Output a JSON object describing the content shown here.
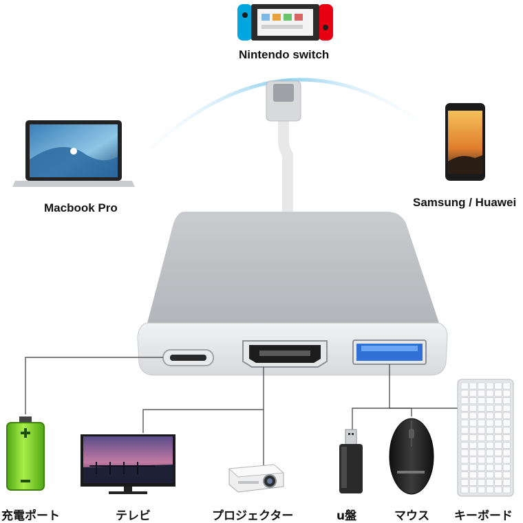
{
  "devices_top": {
    "switch_label": "Nintendo switch",
    "macbook_label": "Macbook Pro",
    "phone_label": "Samsung / Huawei"
  },
  "devices_bottom": {
    "charging_label": "充電ポート",
    "tv_label": "テレビ",
    "projector_label": "プロジェクター",
    "usb_label": "u盤",
    "mouse_label": "マウス",
    "keyboard_label": "キーボード"
  },
  "colors": {
    "arc": "#8fd3ee",
    "hub_body": "#cfd1d4",
    "hub_face": "#e6e7e9",
    "usb_port": "#2f6fd6",
    "battery": "#7ed321",
    "switch_red": "#e60012",
    "switch_blue": "#00a6dd"
  }
}
